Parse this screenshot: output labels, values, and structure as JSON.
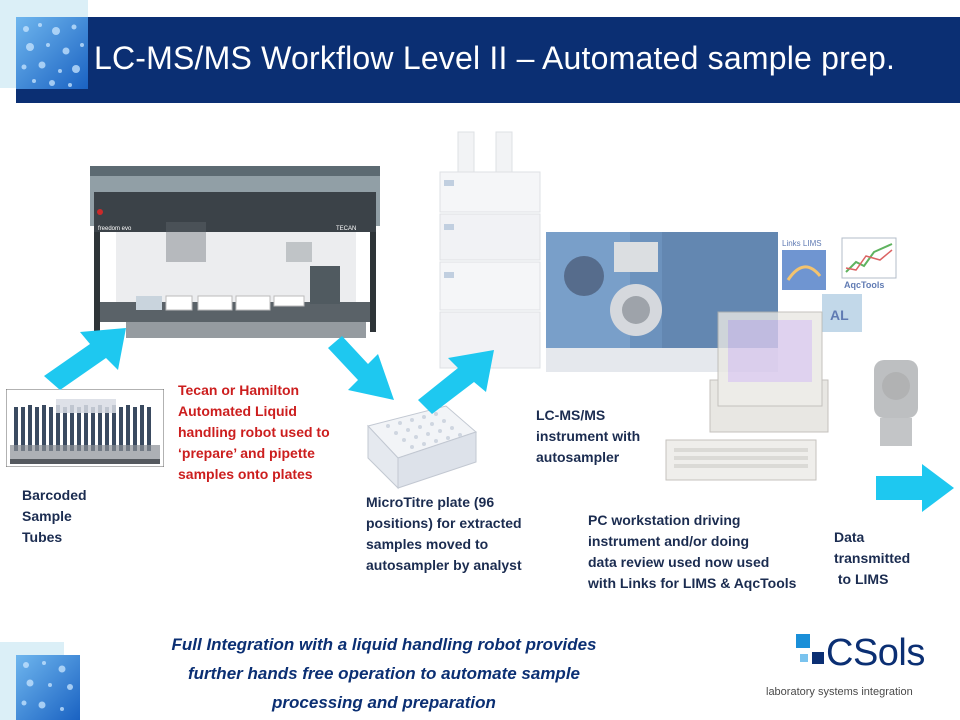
{
  "title": "LC-MS/MS Workflow Level II – Automated sample prep.",
  "labels": {
    "tubes": [
      "Barcoded",
      "Sample",
      "Tubes"
    ],
    "robot": [
      "Tecan or Hamilton",
      "Automated Liquid",
      "handling robot used to",
      "‘prepare’ and pipette",
      "samples onto plates"
    ],
    "plate": [
      "MicroTitre plate (96",
      "positions) for extracted",
      "samples moved to",
      "autosampler by analyst"
    ],
    "lcms": [
      "LC-MS/MS",
      "instrument with",
      "autosampler"
    ],
    "pc": [
      "PC workstation driving",
      "instrument and/or doing",
      "data review used now used",
      "with Links for LIMS & AqcTools"
    ],
    "data": [
      "Data",
      "transmitted",
      " to LIMS"
    ]
  },
  "images": {
    "robot_brand_left": "freedom evo",
    "robot_brand_right": "TECAN",
    "software_links": "Links LIMS",
    "software_aqc": "AqcTools",
    "software_al": "AL"
  },
  "footer": [
    "Full Integration with a liquid handling robot provides",
    "further hands free operation to automate sample",
    "processing and preparation"
  ],
  "logo": {
    "name": "CSols",
    "tagline": "laboratory systems integration"
  },
  "colors": {
    "header": "#0b2f73",
    "arrow": "#1ec8f0",
    "red_text": "#cc1e1e",
    "body_text": "#1b2c50"
  }
}
